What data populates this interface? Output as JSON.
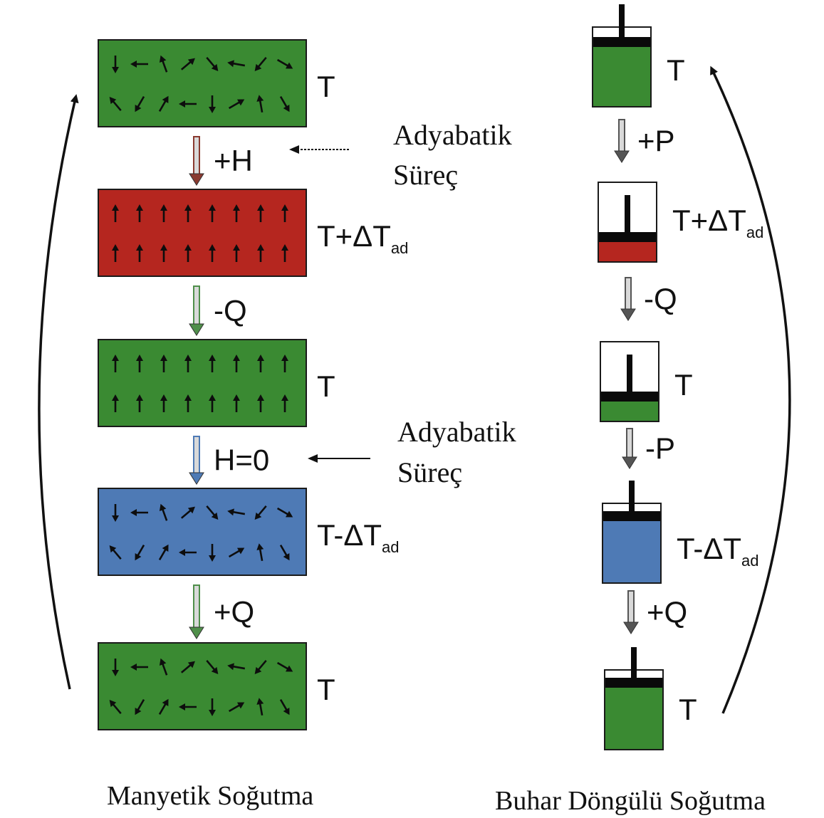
{
  "colors": {
    "green": "#3a8a32",
    "red": "#b5261f",
    "blue": "#4e7ab5",
    "piston": "#0a0a0a",
    "stroke": "#111111"
  },
  "magnetic": {
    "title": "Manyetik Soğutma",
    "stages": [
      {
        "color": "green",
        "spins": "random",
        "temp_main": "T",
        "temp_sub": ""
      },
      {
        "color": "red",
        "spins": "aligned",
        "temp_main": "T+ΔT",
        "temp_sub": "ad"
      },
      {
        "color": "green",
        "spins": "aligned",
        "temp_main": "T",
        "temp_sub": ""
      },
      {
        "color": "blue",
        "spins": "random",
        "temp_main": "T-ΔT",
        "temp_sub": "ad"
      },
      {
        "color": "green",
        "spins": "random",
        "temp_main": "T",
        "temp_sub": ""
      }
    ],
    "steps": [
      {
        "label": "+H",
        "arrow_color": "red"
      },
      {
        "label": "-Q",
        "arrow_color": "green"
      },
      {
        "label": "H=0",
        "arrow_color": "blue"
      },
      {
        "label": "+Q",
        "arrow_color": "green"
      }
    ]
  },
  "vapor": {
    "title": "Buhar Döngülü Soğutma",
    "stages": [
      {
        "fill_color": "green",
        "fill_level": 1.0,
        "temp_main": "T",
        "temp_sub": ""
      },
      {
        "fill_color": "red",
        "fill_level": 0.25,
        "temp_main": "T+ΔT",
        "temp_sub": "ad"
      },
      {
        "fill_color": "green",
        "fill_level": 0.25,
        "temp_main": "T",
        "temp_sub": ""
      },
      {
        "fill_color": "blue",
        "fill_level": 1.0,
        "temp_main": "T-ΔT",
        "temp_sub": "ad"
      },
      {
        "fill_color": "green",
        "fill_level": 1.0,
        "temp_main": "T",
        "temp_sub": ""
      }
    ],
    "steps": [
      "+P",
      "-Q",
      "-P",
      "+Q"
    ]
  },
  "annotations": [
    {
      "line1": "Adyabatik",
      "line2": "Süreç"
    },
    {
      "line1": "Adyabatik",
      "line2": "Süreç"
    }
  ]
}
